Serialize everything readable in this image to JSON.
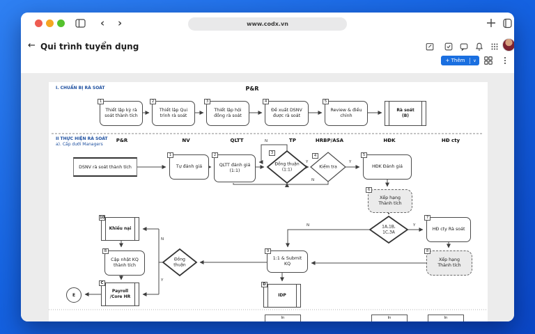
{
  "browser": {
    "url": "www.codx.vn"
  },
  "header": {
    "back": "←",
    "title": "Qui trình tuyển dụng"
  },
  "toolbar": {
    "add_label": "+ Thêm",
    "caret": "∨"
  },
  "yn": {
    "y": "Y",
    "n": "N"
  },
  "accent": {
    "button_blue": "#1a6fe0",
    "section_blue": "#1d4f9f"
  },
  "diagram": {
    "s1": {
      "label": "I. CHUẨN BỊ RÀ SOÁT",
      "lane": "P&R",
      "steps": [
        {
          "n": "1",
          "label": "Thiết lập kỳ rà soát thành tích"
        },
        {
          "n": "2",
          "label": "Thiết lập Qui trình rà soát"
        },
        {
          "n": "3",
          "label": "Thiết lập hội đồng rà soát"
        },
        {
          "n": "4",
          "label": "Đề xuất DSNV được rà soát"
        },
        {
          "n": "5",
          "label": "Review & điều chỉnh"
        }
      ],
      "subprocess": "Rà soát (B)"
    },
    "s2": {
      "label1": "II THỰC HIỆN RÀ SOÁT",
      "label2": "a). Cấp dưới Managers",
      "lanes": [
        "P&R",
        "NV",
        "QLTT",
        "TP",
        "HRBP/ASA",
        "HĐK",
        "HĐ cty"
      ],
      "nodes": {
        "dsnv": "DSNV rà soát thành tích",
        "b1": {
          "n": "1",
          "label": "Tự đánh giá"
        },
        "b2": {
          "n": "2",
          "label": "QLTT đánh giá (1:1)"
        },
        "d3": {
          "n": "3",
          "label": "Đồng thuận (1:1)"
        },
        "d4": {
          "n": "4",
          "label": "Kiểm tra"
        },
        "b5": {
          "n": "5",
          "label": "HĐK Đánh giá"
        },
        "b6": {
          "n": "6",
          "label": "Xếp hạng Thành tích"
        },
        "d1a": {
          "label": "1A,1B, 1C,3A"
        },
        "b7": {
          "n": "7",
          "label": "HĐ cty Rà soát"
        },
        "b8": {
          "n": "8",
          "label": "Xếp hạng Thành tích"
        },
        "b9": {
          "n": "9",
          "label": "1:1 & Submit KQ"
        },
        "ddt": {
          "label": "Đồng thuận"
        },
        "b10": {
          "n": "10",
          "label": "Khiếu nại"
        },
        "bb": {
          "n": "B",
          "label": "Cập nhật KQ thành tích"
        },
        "bc": {
          "n": "C",
          "label": "Payroll /Core HR"
        },
        "bd": {
          "n": "D",
          "label": "IDP"
        },
        "end": "E",
        "in": "In"
      }
    }
  }
}
